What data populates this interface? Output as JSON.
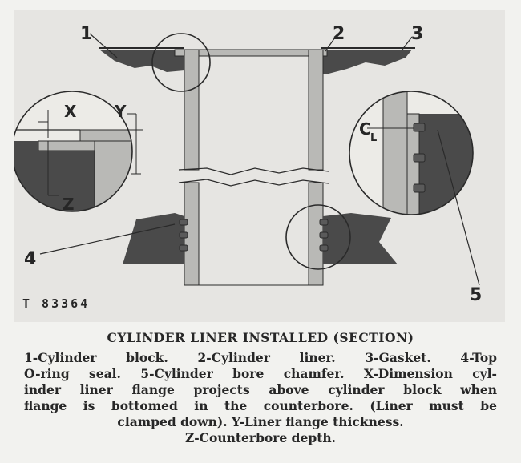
{
  "labels": {
    "num1": "1",
    "num2": "2",
    "num3": "3",
    "num4": "4",
    "num5": "5",
    "x": "X",
    "y": "Y",
    "z": "Z",
    "cl_c": "C",
    "cl_l": "L"
  },
  "figure_number": "T 83364",
  "caption": {
    "title": "CYLINDER LINER INSTALLED (SECTION)",
    "lines": [
      "1-Cylinder block. 2-Cylinder liner. 3-Gasket. 4-Top",
      "O-ring seal. 5-Cylinder bore chamfer. X-Dimension cyl-",
      "inder liner flange projects above cylinder block when",
      "flange is bottomed in the counterbore. (Liner must be",
      "clamped down). Y-Liner flange thickness.",
      "Z-Counterbore depth."
    ]
  },
  "colors": {
    "background": "#e6e5e2",
    "block": "#4a4a4a",
    "liner": "#b9b9b6",
    "line": "#2a2a2a"
  }
}
